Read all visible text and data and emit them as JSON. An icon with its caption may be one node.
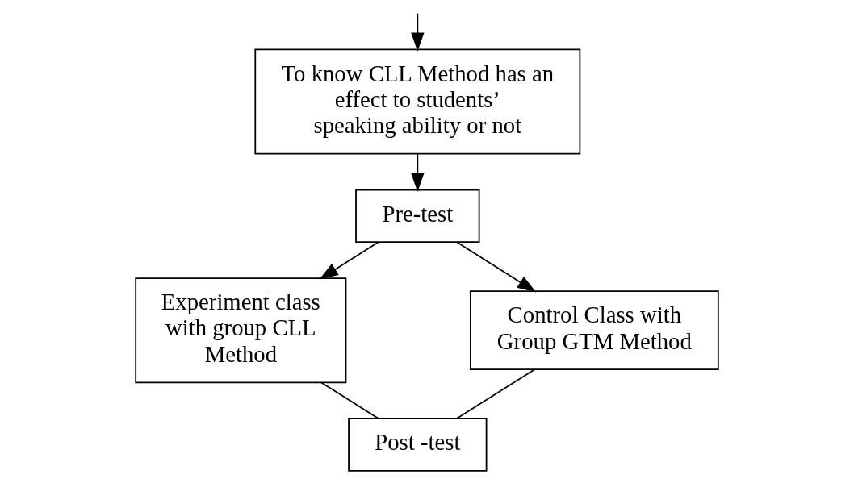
{
  "diagram": {
    "nodes": [
      {
        "text": [
          "To know CLL Method has an effect to students’ speaking ability or not"
        ]
      },
      {
        "text": [
          "Pre-test"
        ]
      },
      {
        "text": [
          "Experiment class with group CLL Method"
        ]
      },
      {
        "text": [
          "Control Class with Group GTM Method"
        ]
      },
      {
        "text": [
          "Post -test"
        ]
      }
    ],
    "edges": [
      {
        "from": null,
        "to": 0,
        "arrow": "to"
      },
      {
        "from": 0,
        "to": 1,
        "arrow": "to"
      },
      {
        "from": 1,
        "to": 2,
        "arrow": "to"
      },
      {
        "from": 1,
        "to": 3,
        "arrow": "to"
      },
      {
        "from": 2,
        "to": 4,
        "arrow": "none"
      },
      {
        "from": 3,
        "to": 4,
        "arrow": "none"
      }
    ]
  }
}
